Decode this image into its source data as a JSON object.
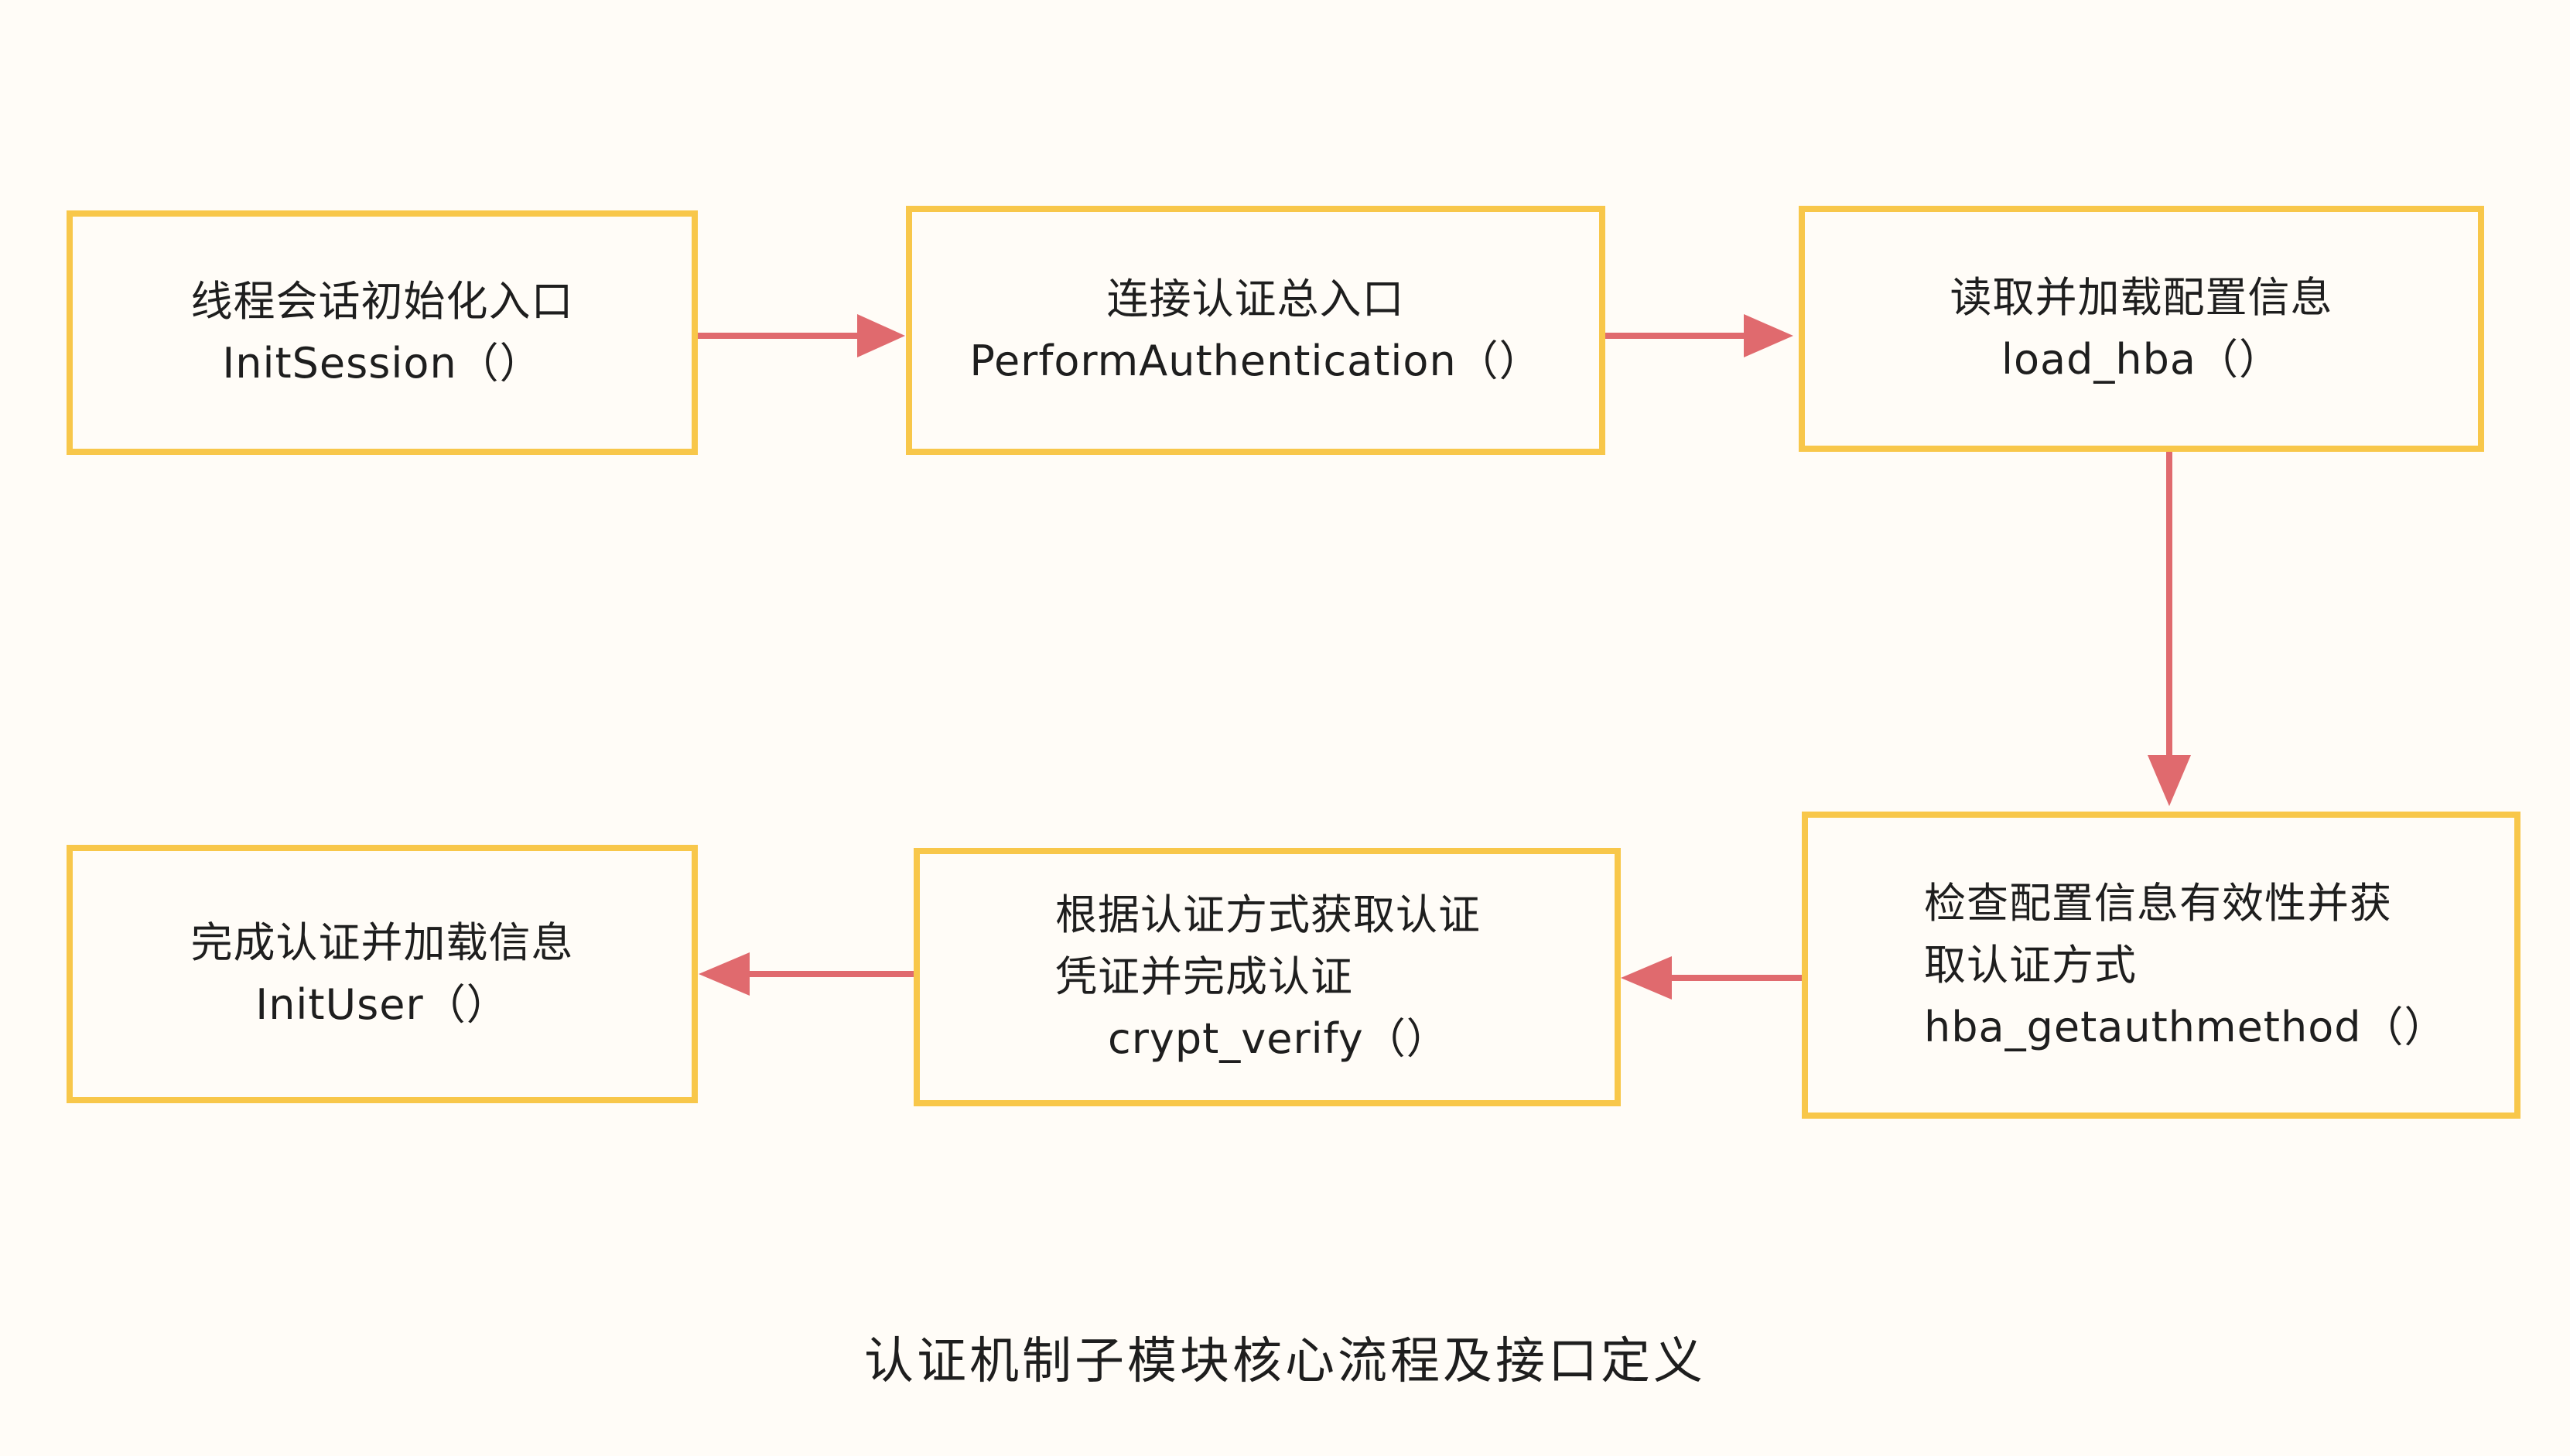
{
  "colors": {
    "background": "#fffcf7",
    "box_border": "#f8c74a",
    "arrow": "#e06a6e",
    "text": "#1e1e1e"
  },
  "nodes": [
    {
      "id": "node-1",
      "lines": [
        "线程会话初始化入口",
        "InitSession（）"
      ]
    },
    {
      "id": "node-2",
      "lines": [
        "连接认证总入口",
        "PerformAuthentication（）"
      ]
    },
    {
      "id": "node-3",
      "lines": [
        "读取并加载配置信息",
        "load_hba（）"
      ]
    },
    {
      "id": "node-4",
      "lines": [
        "检查配置信息有效性并获",
        "取认证方式",
        "hba_getauthmethod（）"
      ]
    },
    {
      "id": "node-5",
      "lines": [
        "根据认证方式获取认证",
        "凭证并完成认证",
        "crypt_verify（）"
      ]
    },
    {
      "id": "node-6",
      "lines": [
        "完成认证并加载信息",
        "InitUser（）"
      ]
    }
  ],
  "edges": [
    {
      "from": "node-1",
      "to": "node-2"
    },
    {
      "from": "node-2",
      "to": "node-3"
    },
    {
      "from": "node-3",
      "to": "node-4"
    },
    {
      "from": "node-4",
      "to": "node-5"
    },
    {
      "from": "node-5",
      "to": "node-6"
    }
  ],
  "caption": "认证机制子模块核心流程及接口定义"
}
